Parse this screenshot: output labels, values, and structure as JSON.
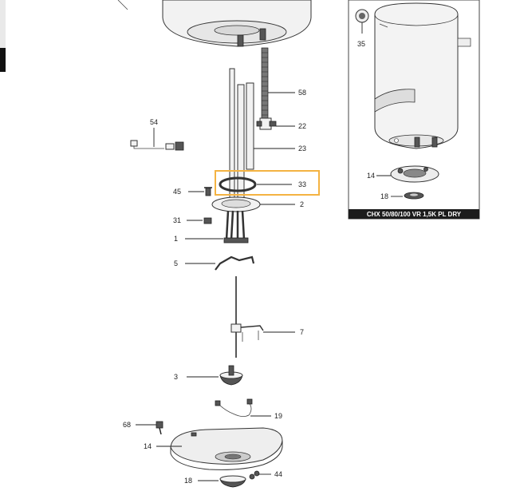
{
  "inset": {
    "caption": "CHX 50/80/100 VR 1,5K PL DRY",
    "labels": {
      "thermostat": "35",
      "flange": "14",
      "gasket": "18"
    }
  },
  "parts": {
    "p58": "58",
    "p22": "22",
    "p54": "54",
    "p23": "23",
    "p45": "45",
    "p33": "33",
    "p2": "2",
    "p31": "31",
    "p1": "1",
    "p5": "5",
    "p7": "7",
    "p3": "3",
    "p19": "19",
    "p68": "68",
    "p14": "14",
    "p18": "18",
    "p44": "44"
  },
  "highlight": {
    "part": "33",
    "color": "#f4b342"
  },
  "colors": {
    "caption_bg": "#1c1c1c",
    "highlight": "#f4b342"
  }
}
